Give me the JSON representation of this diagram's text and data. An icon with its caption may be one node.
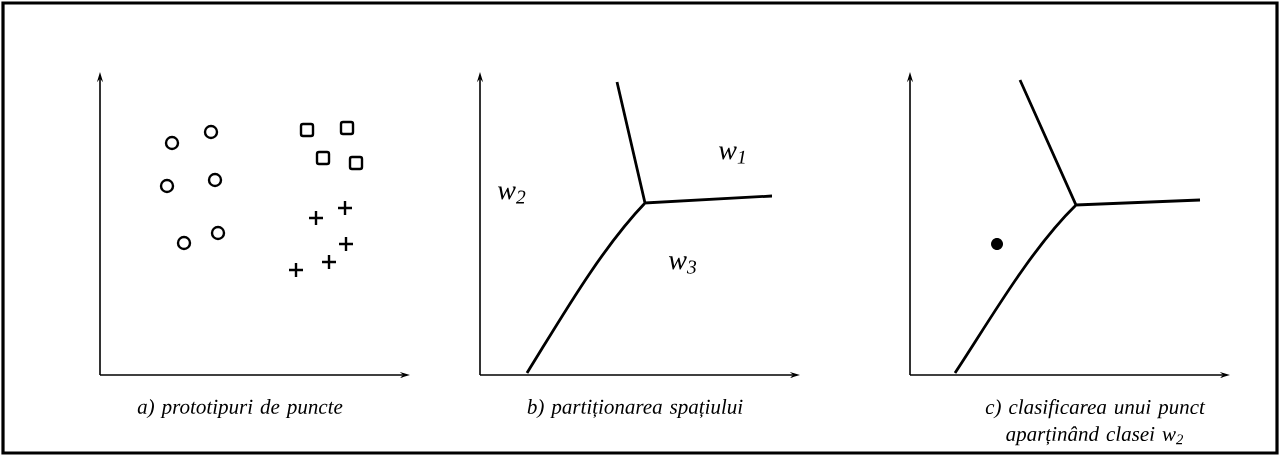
{
  "diagram": {
    "labels": [
      "w$_{1}$",
      "w$_{2}$",
      "w$_{3}$",
      "a) prototipuri de puncte",
      "b) partiționarea spațiului",
      "c) clasificarea unui punct aparținând clasei w$_{2}$"
    ]
  }
}
